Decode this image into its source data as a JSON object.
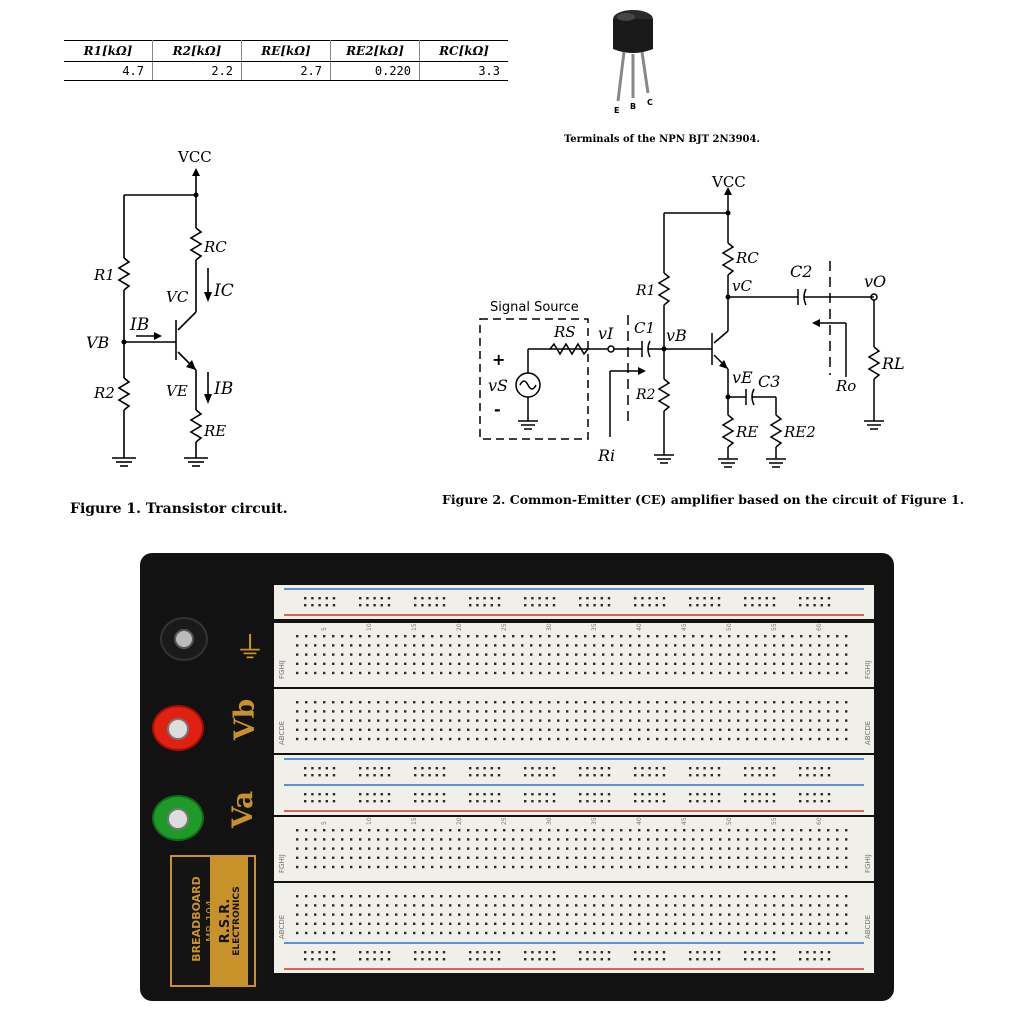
{
  "resistor_table": {
    "headers": [
      "R1[kΩ]",
      "R2[kΩ]",
      "RE[kΩ]",
      "RE2[kΩ]",
      "RC[kΩ]"
    ],
    "values": [
      "4.7",
      "2.2",
      "2.7",
      "0.220",
      "3.3"
    ]
  },
  "transistor": {
    "caption": "Terminals of the NPN BJT 2N3904.",
    "pins": [
      "E",
      "B",
      "C"
    ]
  },
  "figure1": {
    "caption": "Figure 1. Transistor circuit.",
    "labels": {
      "vcc": "VCC",
      "rc": "RC",
      "r1": "R1",
      "r2": "R2",
      "re": "RE",
      "vc": "VC",
      "ic": "IC",
      "ib_top": "IB",
      "vb": "VB",
      "ve": "VE",
      "ib_bottom": "IB"
    }
  },
  "figure2": {
    "caption": "Figure 2. Common-Emitter (CE) amplifier based on the circuit of Figure 1.",
    "labels": {
      "vcc": "VCC",
      "signal_source": "Signal Source",
      "rs": "RS",
      "vi": "vI",
      "c1": "C1",
      "vb": "vB",
      "r1": "R1",
      "r2": "R2",
      "rc": "RC",
      "vc": "vC",
      "c2": "C2",
      "vo": "vO",
      "ro": "Ro",
      "rl": "RL",
      "ve": "vE",
      "c3": "C3",
      "re": "RE",
      "re2": "RE2",
      "vs": "vS",
      "ri": "Ri",
      "plus": "+",
      "minus": "-"
    }
  },
  "breadboard": {
    "model_label": "BREADBOARD",
    "model": "MB-104",
    "brand": "R.S.R.",
    "brand_sub": "ELECTRONICS",
    "posts": [
      {
        "label": "⏚",
        "color": "#1a1a1a"
      },
      {
        "label": "Vb",
        "color": "#e02010"
      },
      {
        "label": "Va",
        "color": "#1f9a2a"
      }
    ],
    "column_numbers": [
      "5",
      "10",
      "15",
      "20",
      "25",
      "30",
      "35",
      "40",
      "45",
      "50",
      "55",
      "60"
    ],
    "row_letters_top": "FGHIJ",
    "row_letters_bottom": "ABCDE",
    "colors": {
      "board": "#121212",
      "strip": "#f1efe9",
      "rail_red": "#d8322a",
      "rail_blue": "#2f6fcf",
      "label_gold": "#c8922a"
    }
  }
}
